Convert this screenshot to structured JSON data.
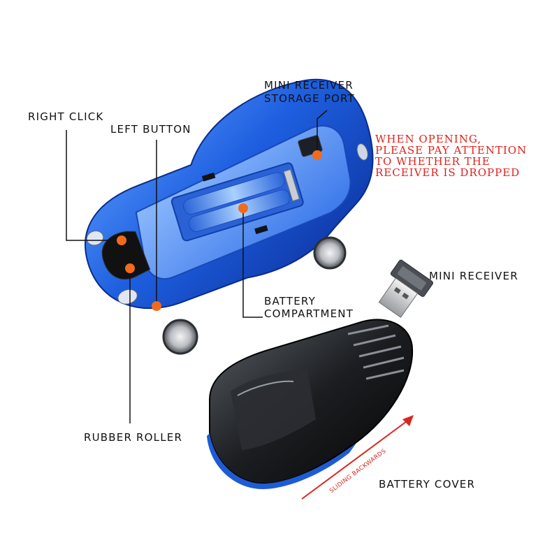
{
  "labels": {
    "right_click": "RIGHT CLICK",
    "left_button": "LEFT BUTTON",
    "mini_receiver_storage_port_line1": "MINI RECEIVER",
    "mini_receiver_storage_port_line2": "STORAGE PORT",
    "battery_compartment_line1": "BATTERY",
    "battery_compartment_line2": "COMPARTMENT",
    "rubber_roller": "RUBBER ROLLER",
    "mini_receiver": "MINI RECEIVER",
    "battery_cover": "BATTERY COVER",
    "sliding_backwards": "SLIDING BACKWARDS"
  },
  "warning": {
    "line1": "WHEN OPENING,",
    "line2": "PLEASE PAY ATTENTION",
    "line3": "TO WHETHER THE",
    "line4": "RECEIVER IS DROPPED"
  },
  "colors": {
    "car_body": "#1f5fd8",
    "callout_dot": "#f26a1b",
    "warning_text": "#e0201a",
    "arrow": "#d9261f"
  }
}
